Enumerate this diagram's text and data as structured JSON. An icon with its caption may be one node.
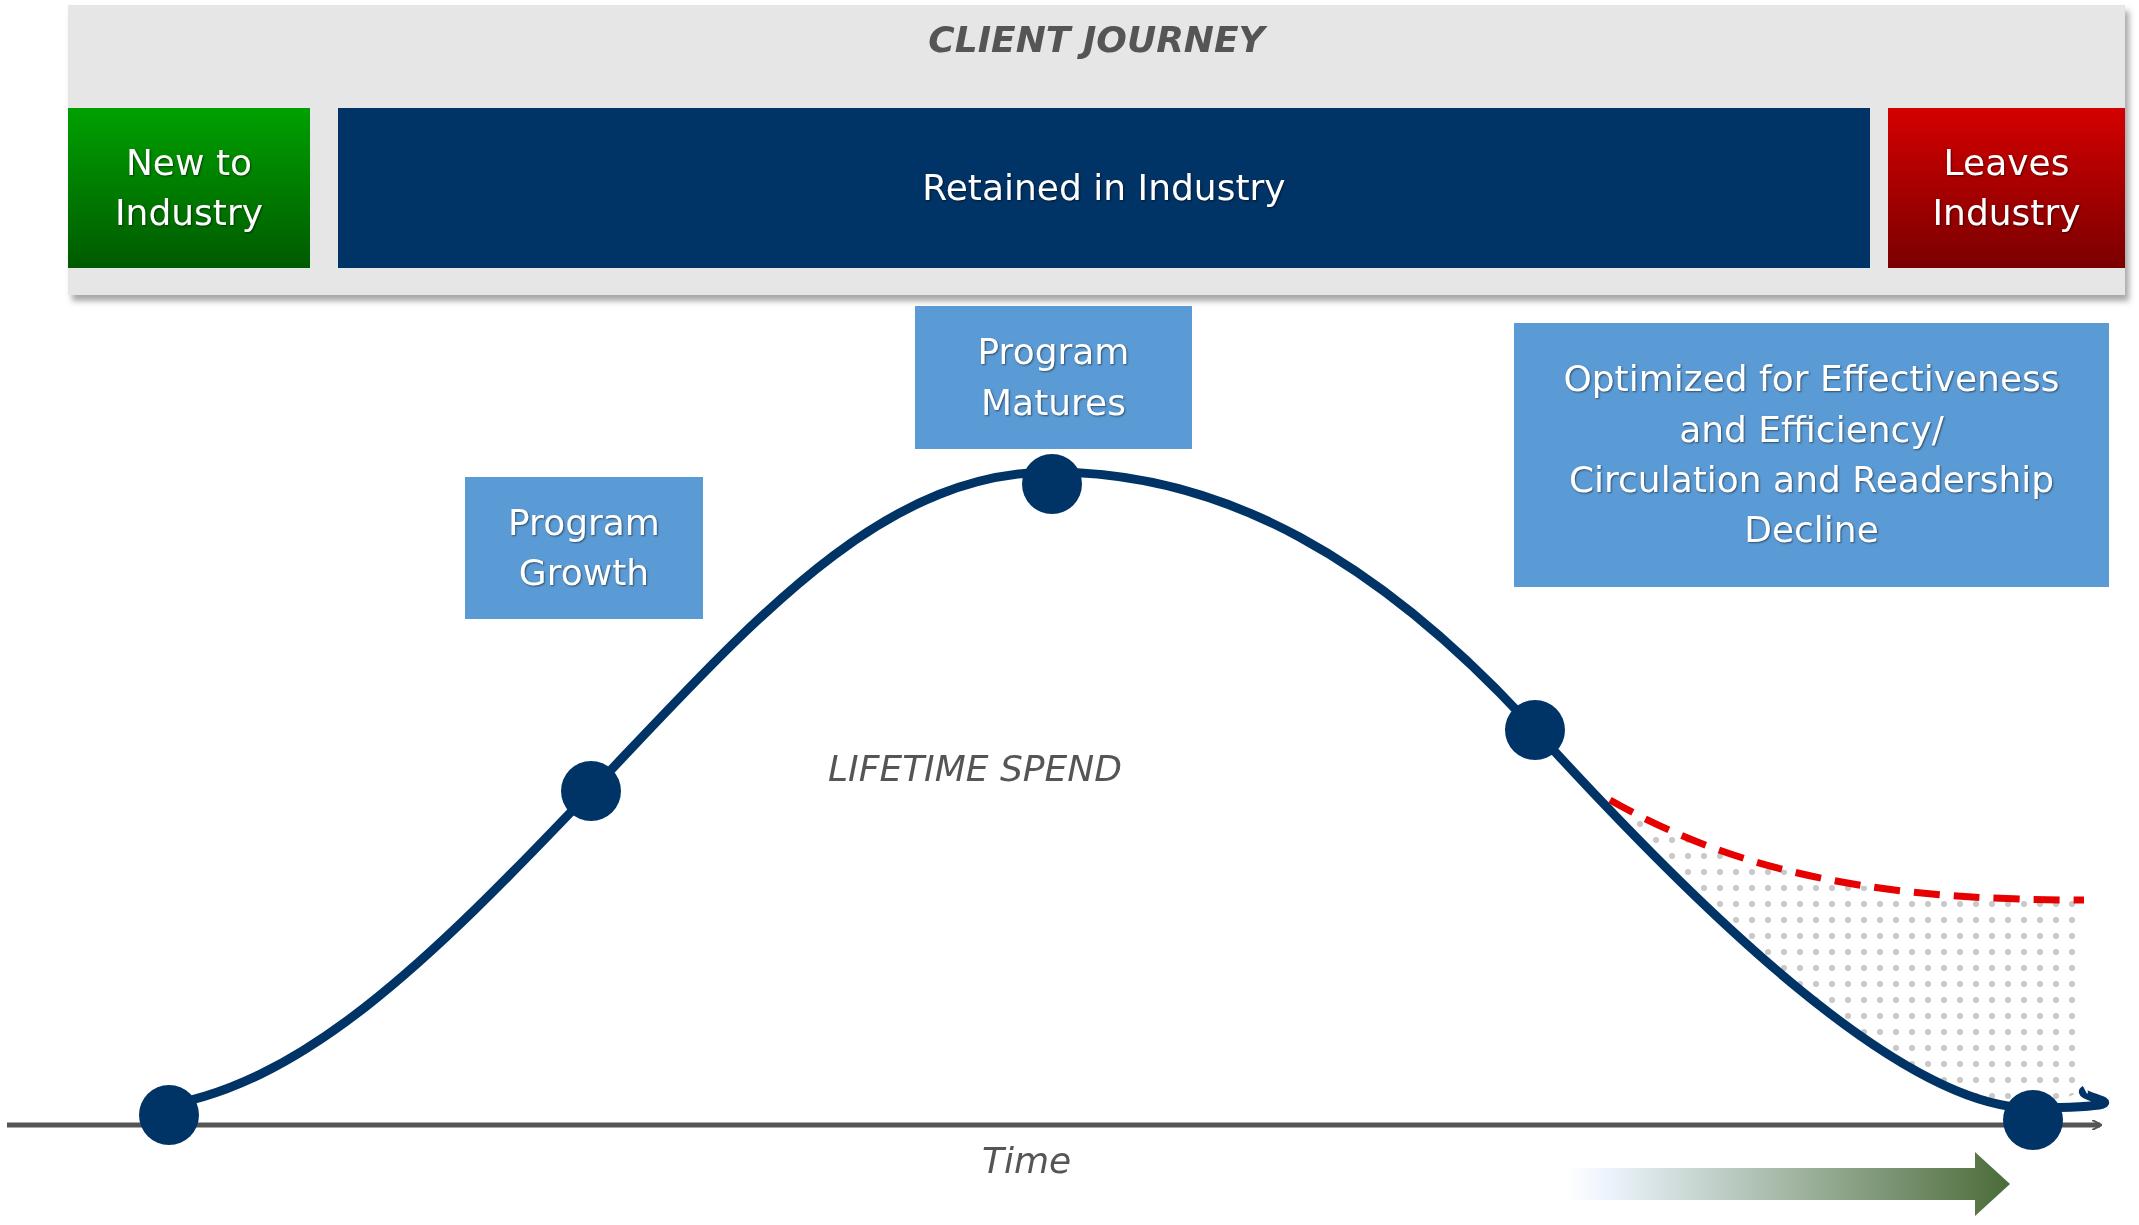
{
  "diagram": {
    "nodes": [
      {
        "text": [
          "CLIENT JOURNEY"
        ]
      },
      {
        "text": [
          "New to Industry"
        ],
        "in": 0
      },
      {
        "text": [
          "Retained in Industry"
        ],
        "in": 0
      },
      {
        "text": [
          "Leaves Industry"
        ],
        "in": 0
      },
      {
        "text": [
          "Program Growth"
        ]
      },
      {
        "text": [
          "Program Matures"
        ]
      },
      {
        "text": [
          "Optimized for Effectiveness and Efficiency/",
          "Circulation and Readership Decline"
        ]
      }
    ],
    "labels": [
      "LIFETIME SPEND",
      "Time"
    ]
  }
}
